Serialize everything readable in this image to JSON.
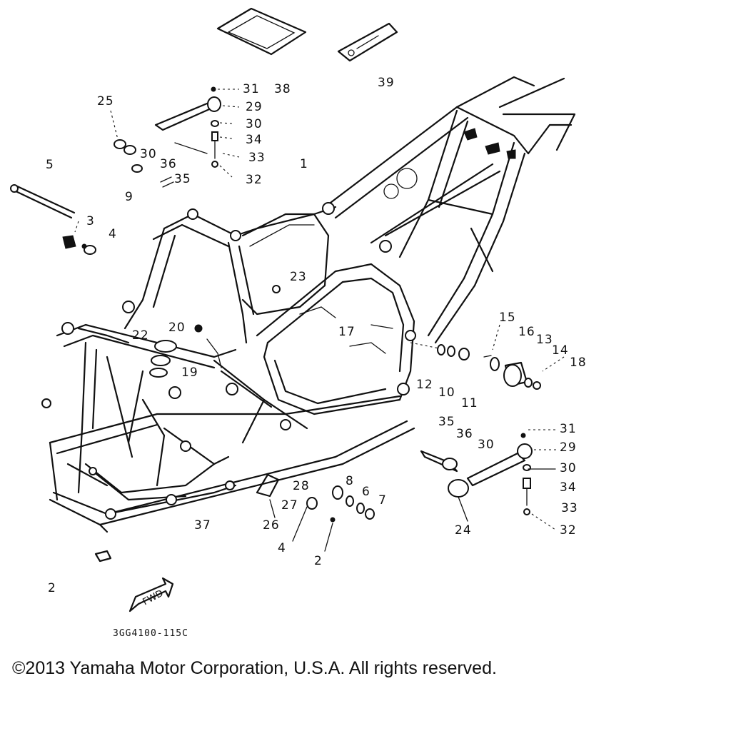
{
  "callouts": [
    {
      "id": "n31a",
      "text": "31"
    },
    {
      "id": "n38",
      "text": "38"
    },
    {
      "id": "n39",
      "text": "39"
    },
    {
      "id": "n29a",
      "text": "29"
    },
    {
      "id": "n30a",
      "text": "30"
    },
    {
      "id": "n34a",
      "text": "34"
    },
    {
      "id": "n33a",
      "text": "33"
    },
    {
      "id": "n32a",
      "text": "32"
    },
    {
      "id": "n25",
      "text": "25"
    },
    {
      "id": "n30b",
      "text": "30"
    },
    {
      "id": "n36a",
      "text": "36"
    },
    {
      "id": "n35a",
      "text": "35"
    },
    {
      "id": "n1",
      "text": "1"
    },
    {
      "id": "n5",
      "text": "5"
    },
    {
      "id": "n9",
      "text": "9"
    },
    {
      "id": "n3",
      "text": "3"
    },
    {
      "id": "n4a",
      "text": "4"
    },
    {
      "id": "n23",
      "text": "23"
    },
    {
      "id": "n20",
      "text": "20"
    },
    {
      "id": "n22",
      "text": "22"
    },
    {
      "id": "n17",
      "text": "17"
    },
    {
      "id": "n19",
      "text": "19"
    },
    {
      "id": "n15",
      "text": "15"
    },
    {
      "id": "n16",
      "text": "16"
    },
    {
      "id": "n13",
      "text": "13"
    },
    {
      "id": "n14",
      "text": "14"
    },
    {
      "id": "n18",
      "text": "18"
    },
    {
      "id": "n12",
      "text": "12"
    },
    {
      "id": "n10",
      "text": "10"
    },
    {
      "id": "n11",
      "text": "11"
    },
    {
      "id": "n35b",
      "text": "35"
    },
    {
      "id": "n36b",
      "text": "36"
    },
    {
      "id": "n30c",
      "text": "30"
    },
    {
      "id": "n31b",
      "text": "31"
    },
    {
      "id": "n29b",
      "text": "29"
    },
    {
      "id": "n30d",
      "text": "30"
    },
    {
      "id": "n34b",
      "text": "34"
    },
    {
      "id": "n33b",
      "text": "33"
    },
    {
      "id": "n32b",
      "text": "32"
    },
    {
      "id": "n24",
      "text": "24"
    },
    {
      "id": "n28",
      "text": "28"
    },
    {
      "id": "n8",
      "text": "8"
    },
    {
      "id": "n6",
      "text": "6"
    },
    {
      "id": "n7",
      "text": "7"
    },
    {
      "id": "n27",
      "text": "27"
    },
    {
      "id": "n26",
      "text": "26"
    },
    {
      "id": "n37",
      "text": "37"
    },
    {
      "id": "n4b",
      "text": "4"
    },
    {
      "id": "n2a",
      "text": "2"
    },
    {
      "id": "n2b",
      "text": "2"
    }
  ],
  "fwd_label": "FWD",
  "diagram_code": "3GG4100-115C",
  "copyright": "©2013 Yamaha Motor Corporation, U.S.A. All rights reserved.",
  "colors": {
    "ink": "#111111",
    "background": "#ffffff"
  }
}
